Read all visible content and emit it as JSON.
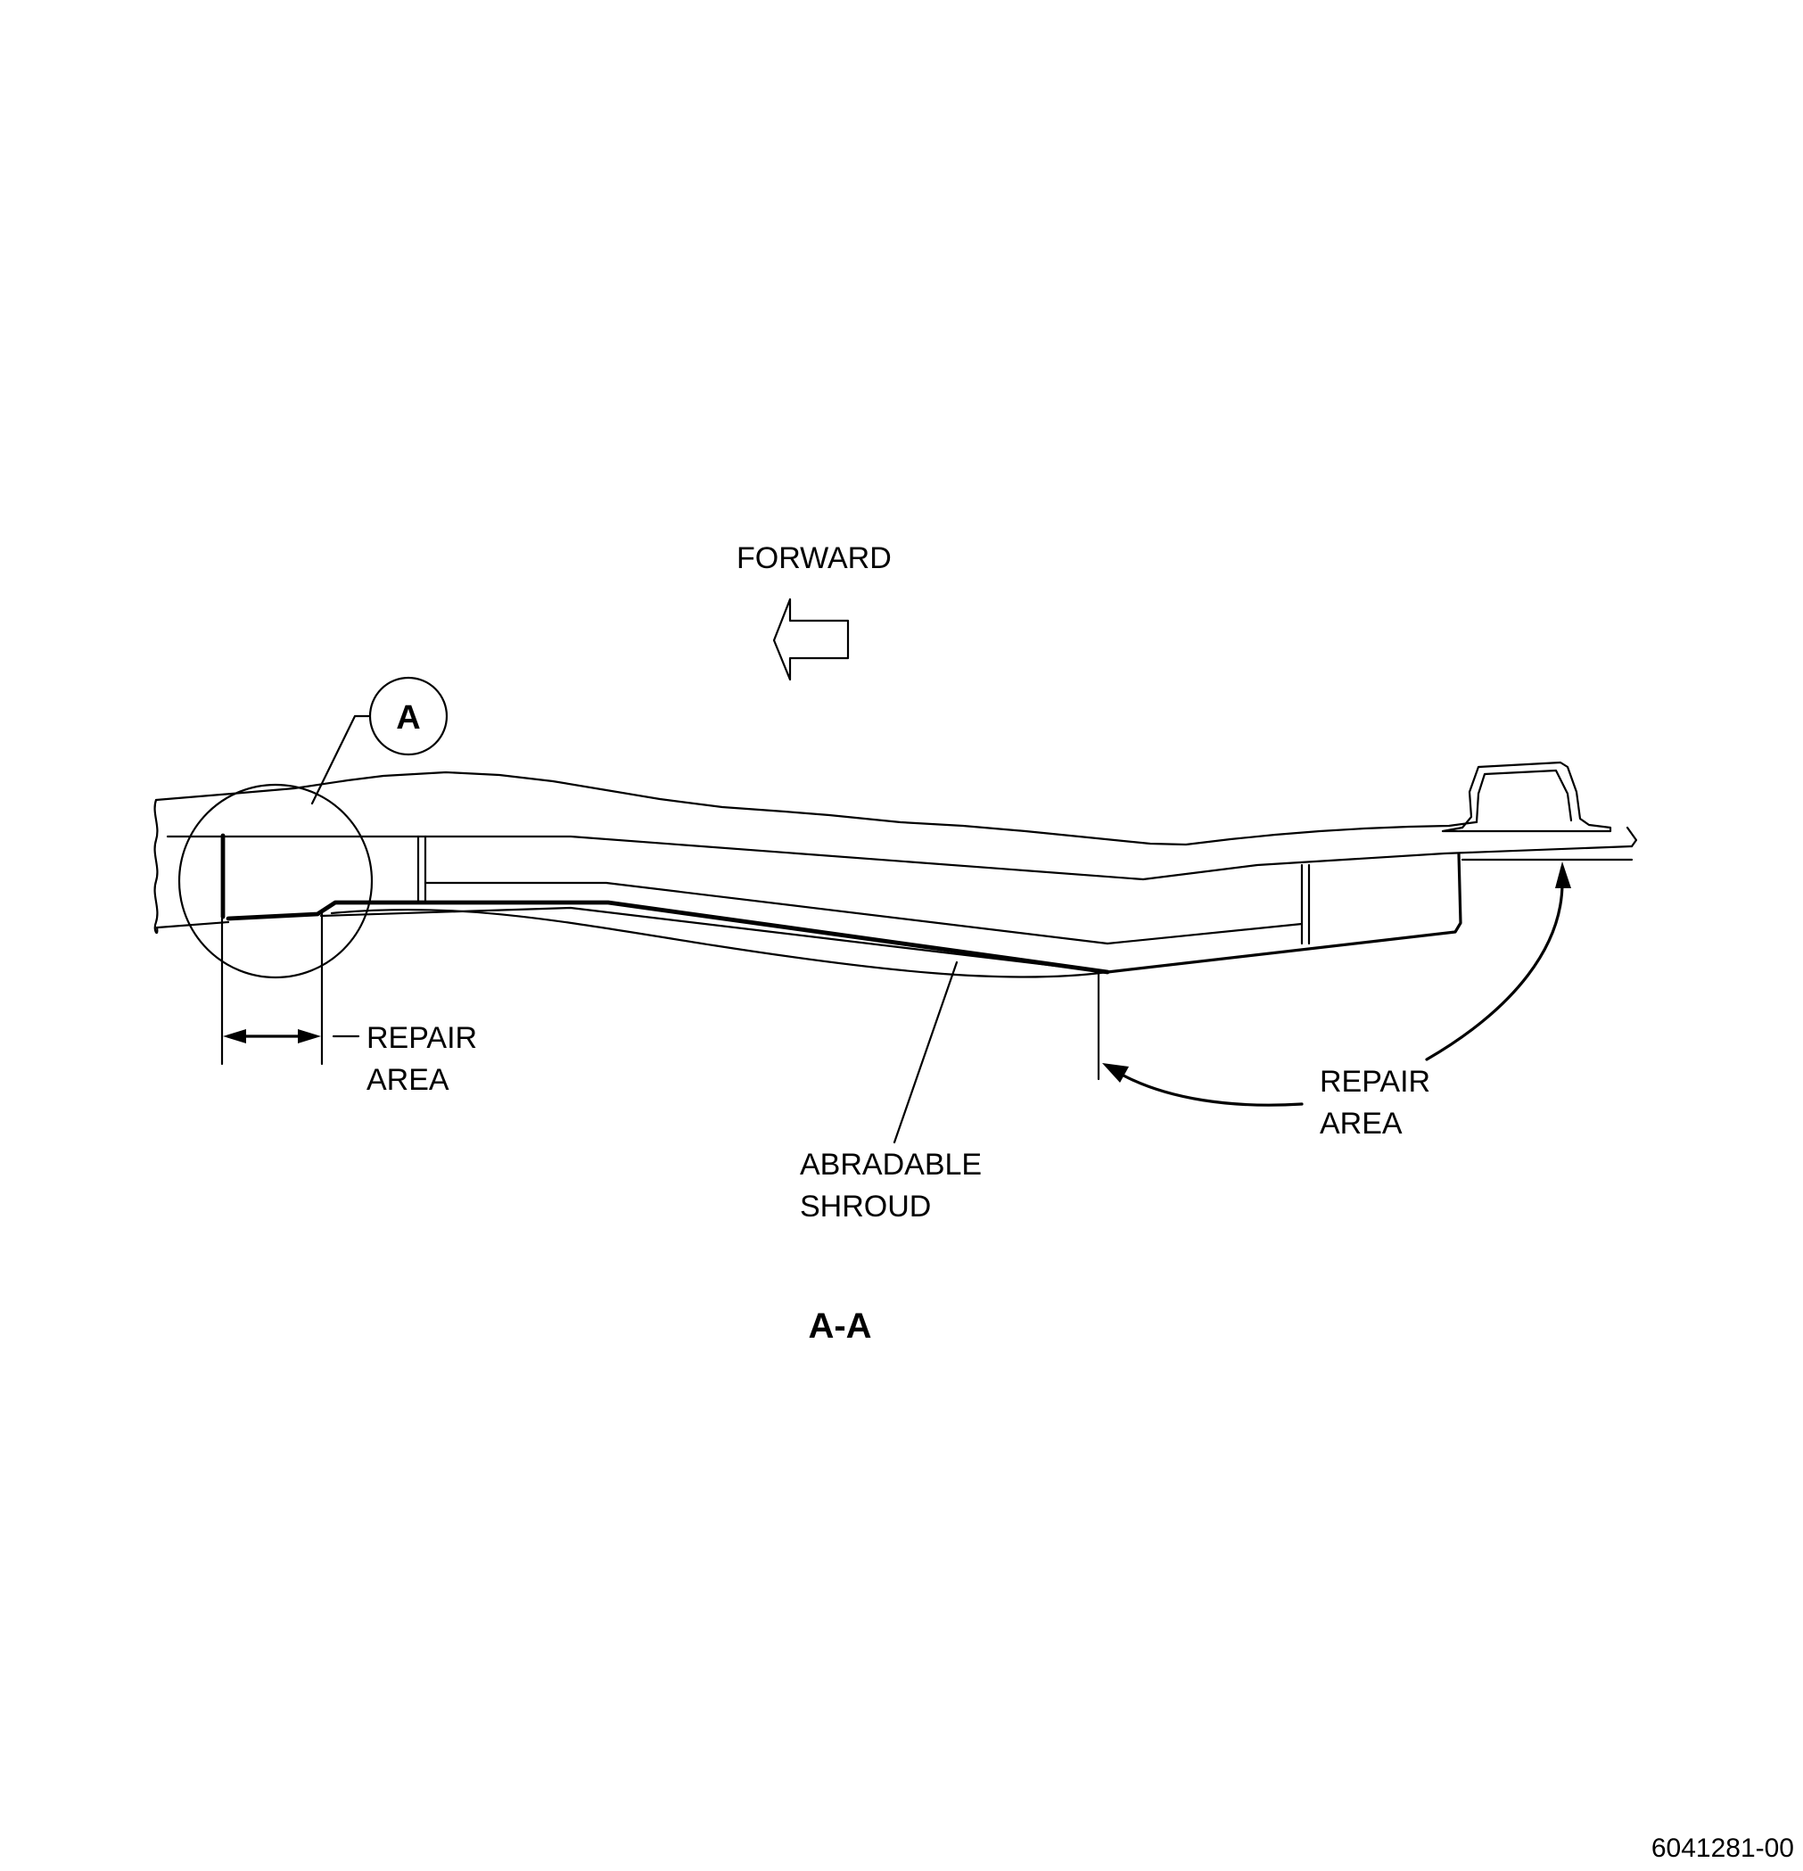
{
  "labels": {
    "forward": "FORWARD",
    "detail_callout": "A",
    "repair_area_left_line1": "REPAIR",
    "repair_area_left_line2": "AREA",
    "repair_area_right_line1": "REPAIR",
    "repair_area_right_line2": "AREA",
    "abradable_line1": "ABRADABLE",
    "abradable_line2": "SHROUD",
    "section_title": "A-A",
    "figure_number": "6041281-00"
  }
}
